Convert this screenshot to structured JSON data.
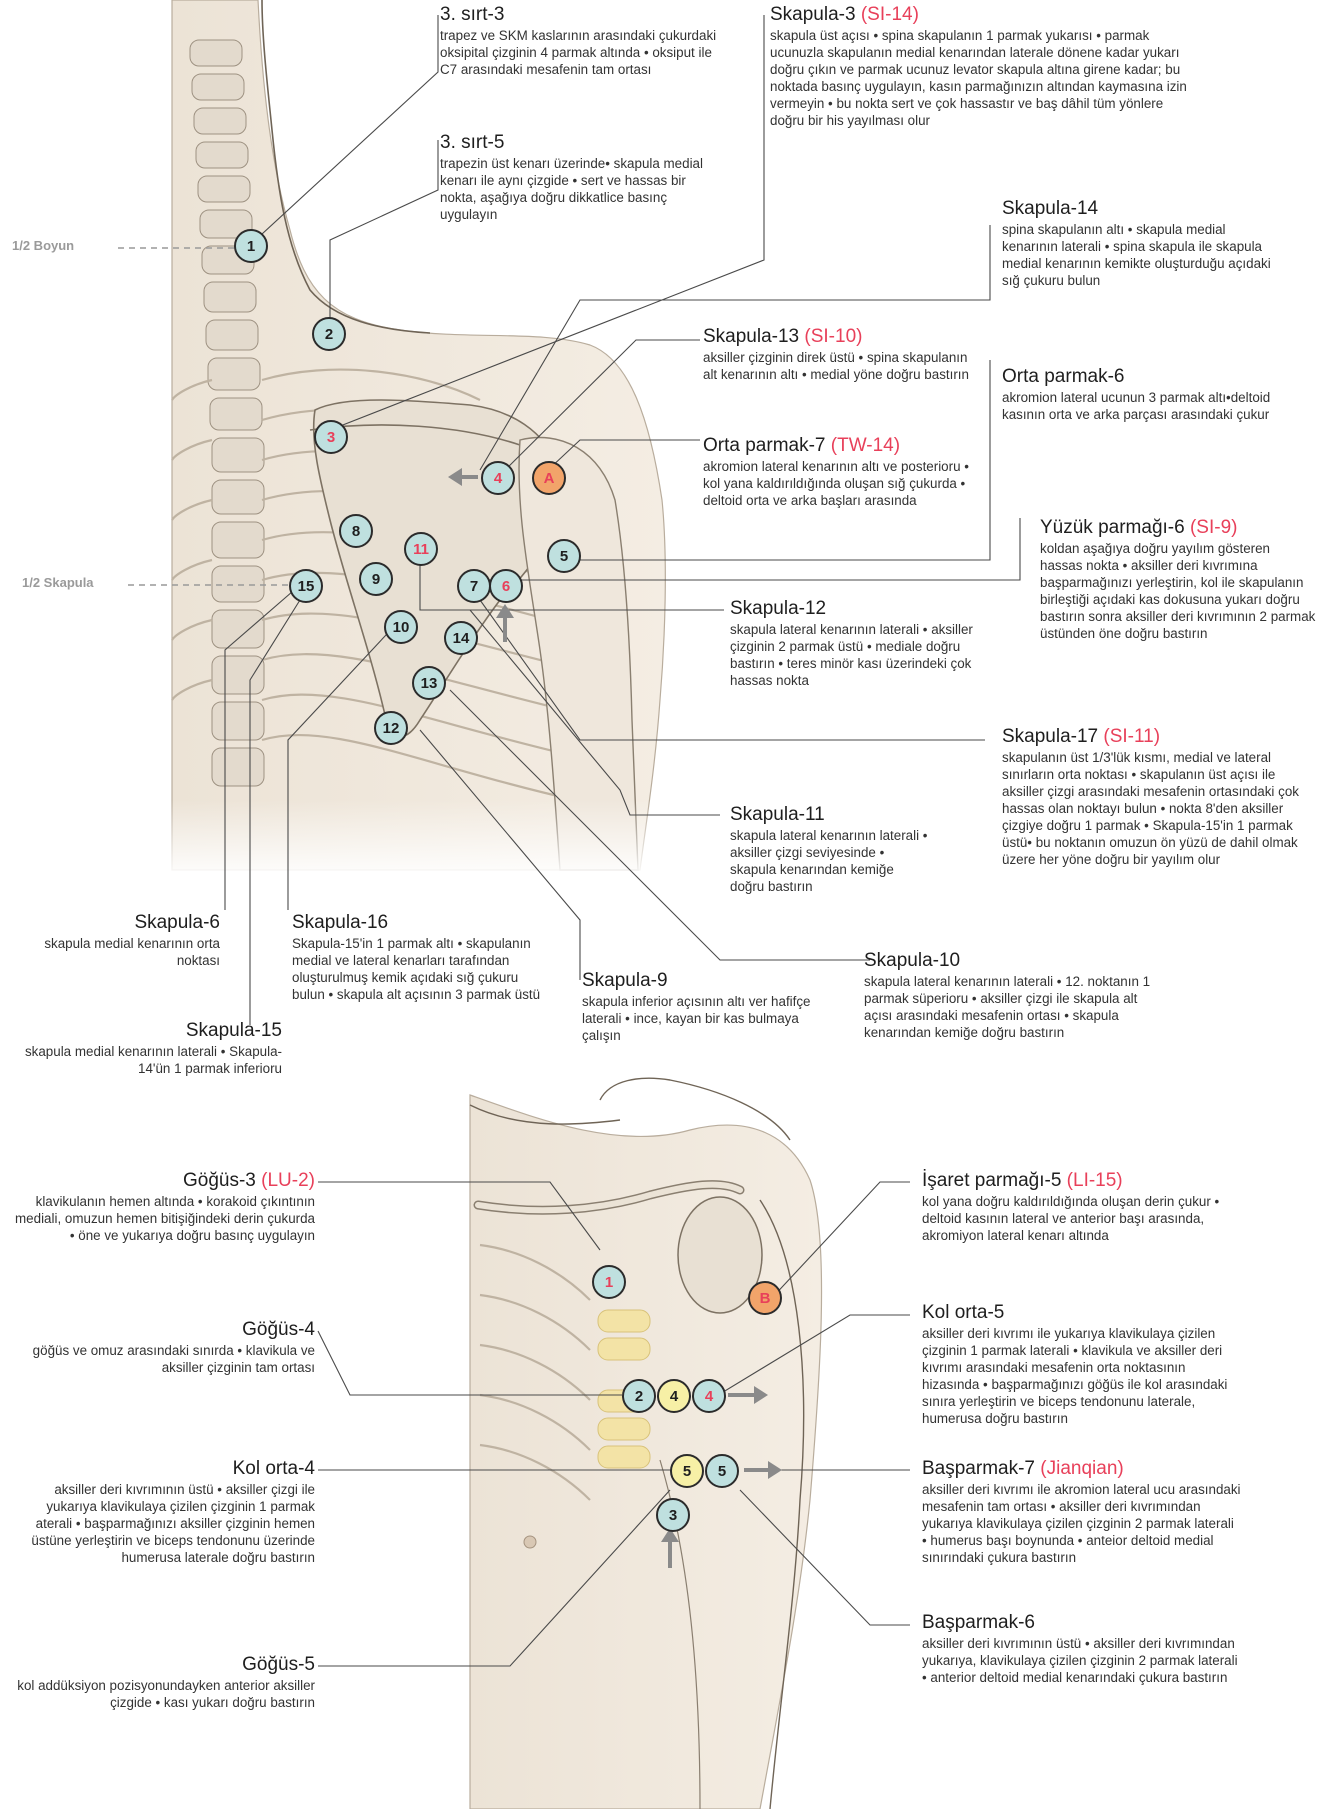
{
  "colors": {
    "accent_code": "#e8405a",
    "point_teal": "#bfe0df",
    "point_yellow": "#f7f0a6",
    "point_orange": "#f2a46a",
    "skin": "#efe6da",
    "bone": "#e9e2d6"
  },
  "side_labels": {
    "neck_half": "1/2 Boyun",
    "scapula_half": "1/2 Skapula"
  },
  "back_labels": {
    "sirt3": {
      "title": "3. sırt-3",
      "code": "",
      "desc": "trapez ve SKM kaslarının arasındaki çukurdaki oksipital çizginin 4 parmak altında • oksiput ile C7 arasındaki mesafenin tam ortası"
    },
    "sirt5": {
      "title": "3. sırt-5",
      "code": "",
      "desc": "trapezin üst kenarı üzerinde• skapula medial kenarı ile aynı çizgide • sert ve hassas bir nokta, aşağıya doğru dikkatlice basınç uygulayın"
    },
    "skap3": {
      "title": "Skapula-3 ",
      "code": "(SI-14)",
      "desc": "skapula üst açısı • spina skapulanın 1 parmak yukarısı • parmak ucunuzla skapulanın medial kenarından laterale dönene kadar yukarı doğru çıkın ve parmak ucunuz levator skapula altına girene kadar; bu noktada basınç uygulayın, kasın parmağınızın altından kaymasına izin vermeyin • bu nokta sert ve çok hassastır ve baş dâhil tüm yönlere doğru bir his yayılması olur"
    },
    "skap14": {
      "title": "Skapula-14",
      "code": "",
      "desc": "spina skapulanın altı • skapula medial kenarının laterali • spina skapula ile skapula medial kenarının kemikte oluşturduğu açıdaki sığ çukuru bulun"
    },
    "skap13": {
      "title": "Skapula-13 ",
      "code": "(SI-10)",
      "desc": "aksiller çizginin direk üstü • spina skapulanın alt kenarının altı • medial yöne doğru bastırın"
    },
    "orta6": {
      "title": "Orta parmak-6",
      "code": "",
      "desc": "akromion lateral ucunun 3 parmak altı•deltoid kasının orta ve arka parçası arasındaki çukur"
    },
    "orta7": {
      "title": "Orta parmak-7 ",
      "code": "(TW-14)",
      "desc": "akromion lateral kenarının altı ve posterioru • kol yana kaldırıldığında oluşan sığ çukurda • deltoid orta ve arka başları arasında"
    },
    "yuzuk6": {
      "title": "Yüzük parmağı-6 ",
      "code": "(SI-9)",
      "desc": "koldan aşağıya doğru yayılım gösteren hassas nokta • aksiller deri kıvrımına başparmağınızı yerleştirin, kol ile skapulanın birleştiği açıdaki kas dokusuna yukarı doğru bastırın sonra aksiller deri kıvrımının 2 parmak üstünden öne doğru bastırın"
    },
    "skap12": {
      "title": "Skapula-12",
      "code": "",
      "desc": "skapula lateral kenarının laterali • aksiller çizginin 2 parmak üstü • mediale doğru bastırın • teres minör kası üzerindeki çok hassas nokta"
    },
    "skap17": {
      "title": "Skapula-17 ",
      "code": "(SI-11)",
      "desc": "skapulanın üst 1/3'lük kısmı, medial ve lateral sınırların orta noktası • skapulanın üst açısı ile aksiller çizgi arasındaki mesafenin ortasındaki çok hassas olan noktayı bulun • nokta 8'den aksiller çizgiye doğru 1 parmak • Skapula-15'in 1 parmak üstü• bu noktanın omuzun ön yüzü de dahil olmak üzere her yöne doğru bir yayılım olur"
    },
    "skap11": {
      "title": "Skapula-11",
      "code": "",
      "desc": "skapula lateral kenarının laterali • aksiller çizgi seviyesinde • skapula kenarından kemiğe doğru bastırın"
    },
    "skap6": {
      "title": "Skapula-6",
      "code": "",
      "desc": "skapula medial kenarının orta noktası"
    },
    "skap16": {
      "title": "Skapula-16",
      "code": "",
      "desc": "Skapula-15'in 1 parmak altı • skapulanın medial ve lateral kenarları tarafından oluşturulmuş kemik açıdaki sığ çukuru bulun • skapula alt açısının 3 parmak üstü"
    },
    "skap9": {
      "title": "Skapula-9",
      "code": "",
      "desc": "skapula inferior açısının altı ver hafifçe laterali • ince, kayan bir kas bulmaya çalışın"
    },
    "skap10": {
      "title": "Skapula-10",
      "code": "",
      "desc": "skapula lateral kenarının laterali • 12. noktanın 1 parmak süperioru • aksiller çizgi ile skapula alt açısı arasındaki mesafenin ortası • skapula kenarından kemiğe doğru bastırın"
    },
    "skap15": {
      "title": "Skapula-15",
      "code": "",
      "desc": "skapula medial kenarının laterali • Skapula-14'ün 1 parmak inferioru"
    }
  },
  "front_labels": {
    "gogus3": {
      "title": "Göğüs-3 ",
      "code": "(LU-2)",
      "desc": "klavikulanın hemen altında • korakoid çıkıntının mediali, omuzun hemen bitişiğindeki derin çukurda • öne ve yukarıya doğru basınç uygulayın"
    },
    "gogus4": {
      "title": "Göğüs-4",
      "code": "",
      "desc": "göğüs ve omuz arasındaki sınırda • klavikula ve aksiller çizginin tam ortası"
    },
    "kolorta4": {
      "title": "Kol orta-4",
      "code": "",
      "desc": "aksiller deri kıvrımının üstü • aksiller çizgi ile yukarıya klavikulaya çizilen çizginin 1 parmak aterali • başparmağınızı aksiller çizginin hemen üstüne yerleştirin ve biceps tendonunu üzerinde humerusa laterale doğru bastırın"
    },
    "gogus5": {
      "title": "Göğüs-5",
      "code": "",
      "desc": "kol addüksiyon pozisyonundayken anterior aksiller çizgide • kası yukarı doğru bastırın"
    },
    "isaret5": {
      "title": "İşaret parmağı-5 ",
      "code": "(LI-15)",
      "desc": "kol yana doğru kaldırıldığında oluşan derin çukur • deltoid kasının lateral ve anterior başı arasında, akromiyon lateral kenarı altında"
    },
    "kolorta5": {
      "title": "Kol orta-5",
      "code": "",
      "desc": "aksiller deri kıvrımı ile yukarıya klavikulaya çizilen çizginin 1 parmak laterali • klavikula ve aksiller deri kıvrımı arasındaki mesafenin orta noktasının hizasında • başparmağınızı göğüs ile kol arasındaki sınıra yerleştirin ve biceps tendonunu laterale, humerusa doğru bastırın"
    },
    "bas7": {
      "title": "Başparmak-7 ",
      "code": "(Jianqian)",
      "desc": "aksiller deri kıvrımı ile akromion lateral ucu arasındaki mesafenin tam ortası • aksiller deri kıvrımından yukarıya klavikulaya çizilen çizginin 2 parmak laterali • humerus başı boynunda • anteior deltoid medial sınırındaki çukura bastırın"
    },
    "bas6": {
      "title": "Başparmak-6",
      "code": "",
      "desc": "aksiller deri kıvrımının üstü • aksiller deri kıvrımından yukarıya, klavikulaya çizilen çizginin 2 parmak laterali • anterior deltoid medial kenarındaki çukura bastırın"
    }
  },
  "back_points": [
    "1",
    "2",
    "3",
    "4",
    "A",
    "5",
    "6",
    "7",
    "8",
    "9",
    "10",
    "11",
    "12",
    "13",
    "14",
    "15"
  ],
  "front_points": [
    "1",
    "B",
    "2",
    "4",
    "4",
    "5",
    "5",
    "3"
  ]
}
